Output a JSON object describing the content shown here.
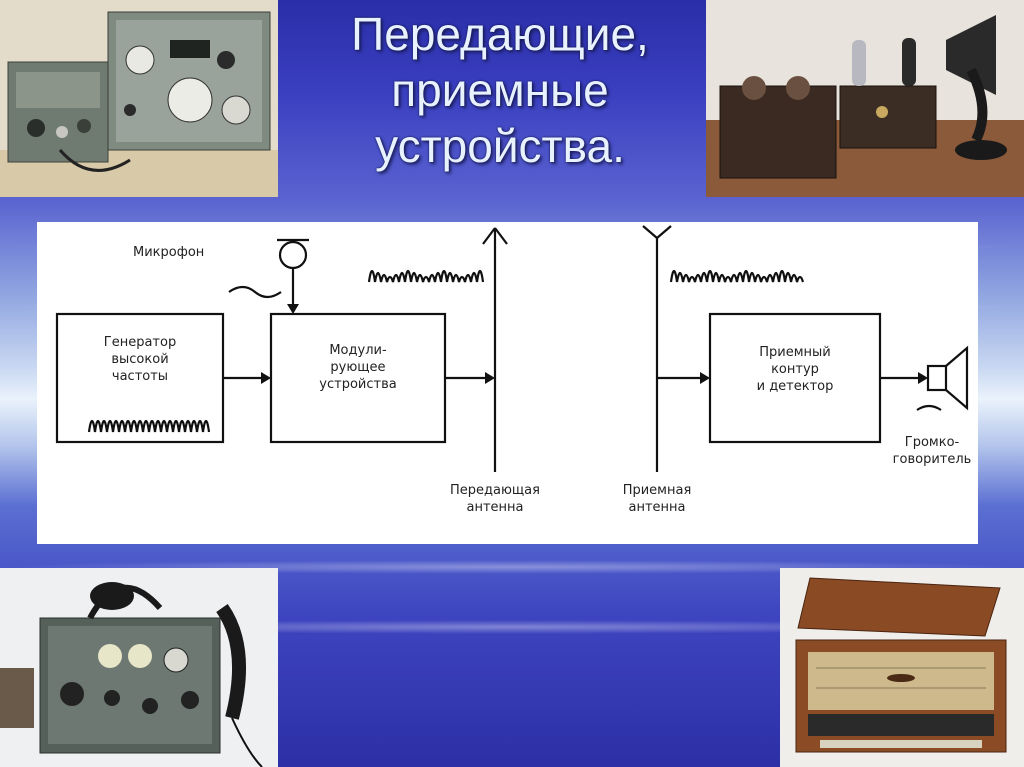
{
  "slide": {
    "title_lines": [
      "Передающие,",
      "приемные",
      "устройства."
    ]
  },
  "diagram": {
    "microphone_label": "Микрофон",
    "generator_lines": [
      "Генератор",
      "высокой",
      "частоты"
    ],
    "modulator_lines": [
      "Модули-",
      "рующее",
      "устройства"
    ],
    "receiver_lines": [
      "Приемный",
      "контур",
      "и детектор"
    ],
    "speaker_lines": [
      "Громко-",
      "говоритель"
    ],
    "tx_antenna_lines": [
      "Передающая",
      "антенна"
    ],
    "rx_antenna_lines": [
      "Приемная",
      "антенна"
    ]
  },
  "photos": [
    {
      "name": "military-radio-station-photo"
    },
    {
      "name": "early-radio-receiver-with-horn-photo"
    },
    {
      "name": "field-radio-with-headset-photo"
    },
    {
      "name": "wooden-tube-radio-photo"
    }
  ],
  "colors": {
    "title": "#e8f2ff",
    "background": "#3a3fc0"
  }
}
